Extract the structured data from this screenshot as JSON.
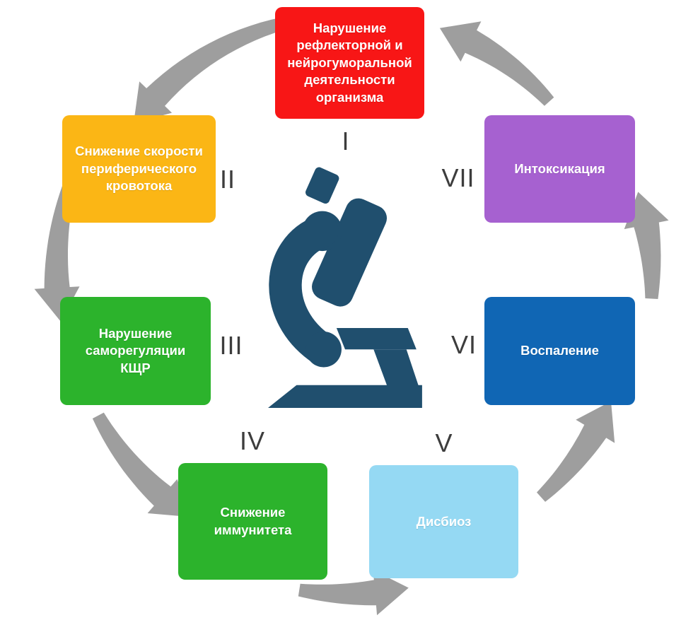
{
  "diagram": {
    "stages": [
      {
        "numeral": "I",
        "label": "Нарушение рефлекторной и нейрогуморальной деятельности организма",
        "color": "#f81616"
      },
      {
        "numeral": "II",
        "label": "Снижение скорости периферического кровотока",
        "color": "#fbb615"
      },
      {
        "numeral": "III",
        "label": "Нарушение саморегуляции КЩР",
        "color": "#2cb32c"
      },
      {
        "numeral": "IV",
        "label": "Снижение иммунитета",
        "color": "#2cb32c"
      },
      {
        "numeral": "V",
        "label": "Дисбиоз",
        "color": "#95d9f3"
      },
      {
        "numeral": "VI",
        "label": "Воспаление",
        "color": "#1066b4"
      },
      {
        "numeral": "VII",
        "label": "Интоксикация",
        "color": "#a661d0"
      }
    ],
    "center_icon": "microscope-icon",
    "colors": {
      "arrow": "#9e9e9e",
      "numeral": "#3d3d3d",
      "microscope": "#204f6e",
      "box_text": "#ffffff"
    }
  }
}
